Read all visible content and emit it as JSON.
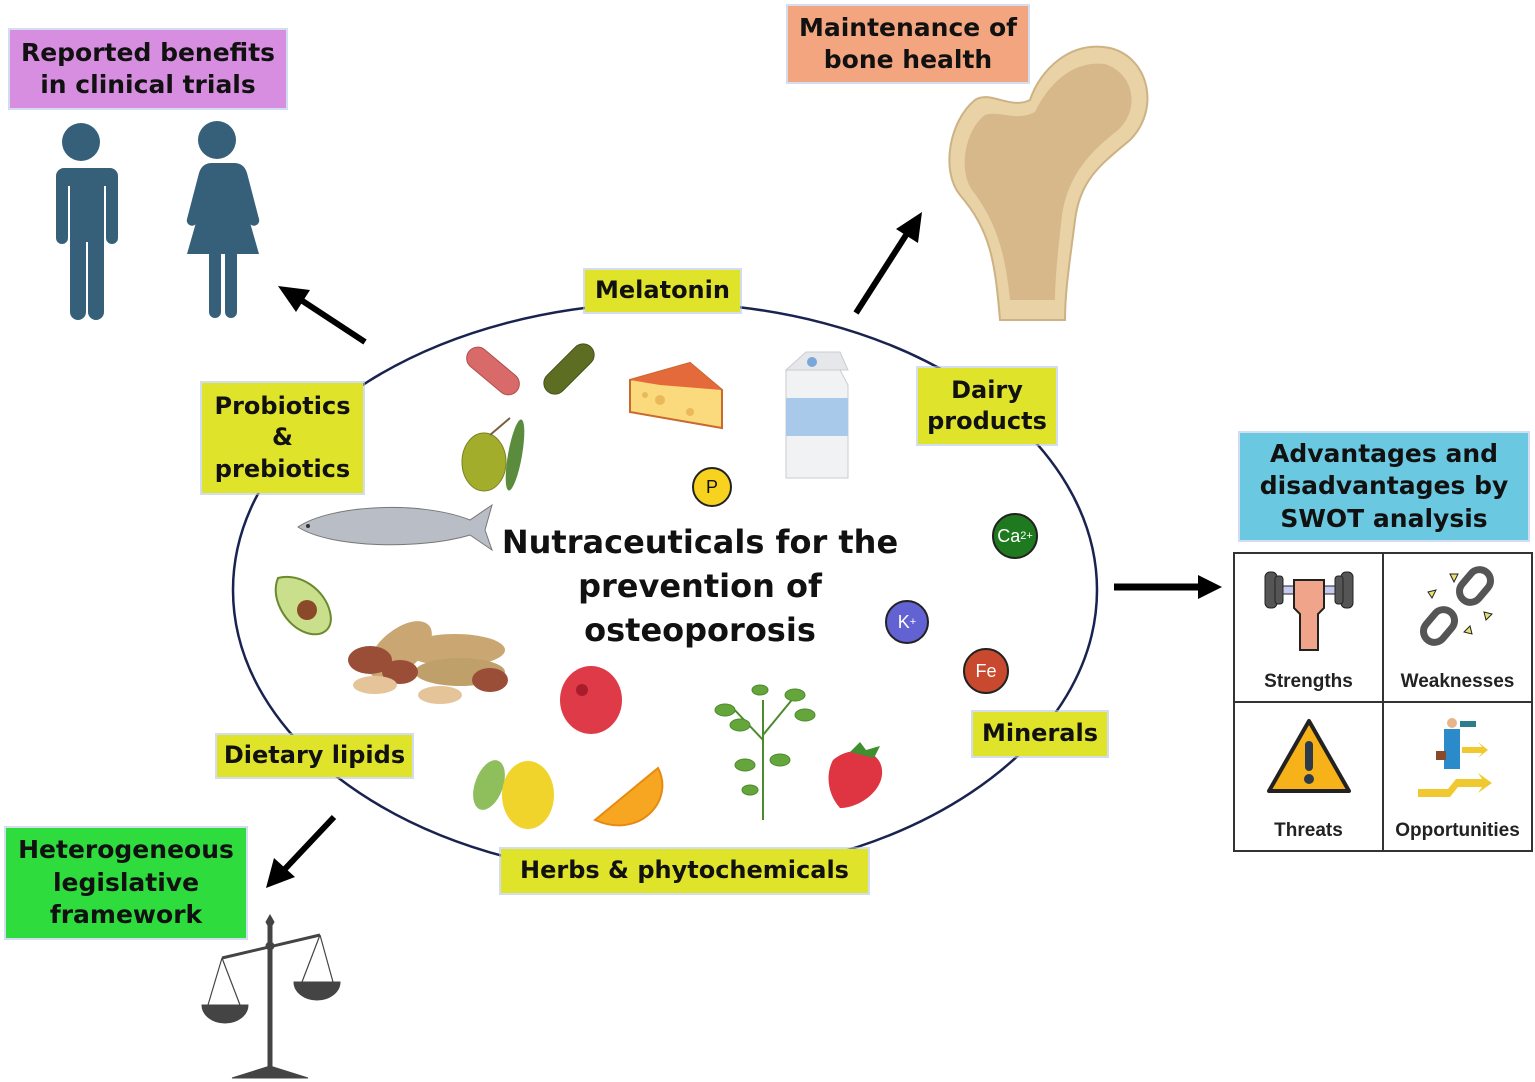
{
  "center": {
    "title_line1": "Nutraceuticals for the",
    "title_line2": "prevention of",
    "title_line3": "osteoporosis"
  },
  "categories": {
    "melatonin": "Melatonin",
    "dairy_line1": "Dairy",
    "dairy_line2": "products",
    "probiotics_line1": "Probiotics",
    "probiotics_line2": "&",
    "probiotics_line3": "prebiotics",
    "minerals": "Minerals",
    "dietary_lipids": "Dietary lipids",
    "herbs": "Herbs & phytochemicals"
  },
  "outcomes": {
    "clinical_line1": "Reported benefits",
    "clinical_line2": "in clinical trials",
    "bone_line1": "Maintenance of",
    "bone_line2": "bone health",
    "swot_line1": "Advantages and",
    "swot_line2": "disadvantages by",
    "swot_line3": "SWOT analysis",
    "legal_line1": "Heterogeneous",
    "legal_line2": "legislative",
    "legal_line3": "framework"
  },
  "swot": {
    "strengths": "Strengths",
    "weaknesses": "Weaknesses",
    "threats": "Threats",
    "opportunities": "Opportunities"
  },
  "minerals_ions": {
    "phosphorus": "P",
    "calcium": "Ca",
    "calcium_charge": "2+",
    "potassium": "K",
    "potassium_charge": "+",
    "iron": "Fe"
  },
  "colors": {
    "category_tag": "#dfe32a",
    "clinical_tag": "#d88ee0",
    "bone_tag": "#f2a57e",
    "swot_tag": "#6ac9e0",
    "legal_tag": "#2edc3e",
    "ellipse": "#1a2250",
    "people": "#36607a"
  }
}
